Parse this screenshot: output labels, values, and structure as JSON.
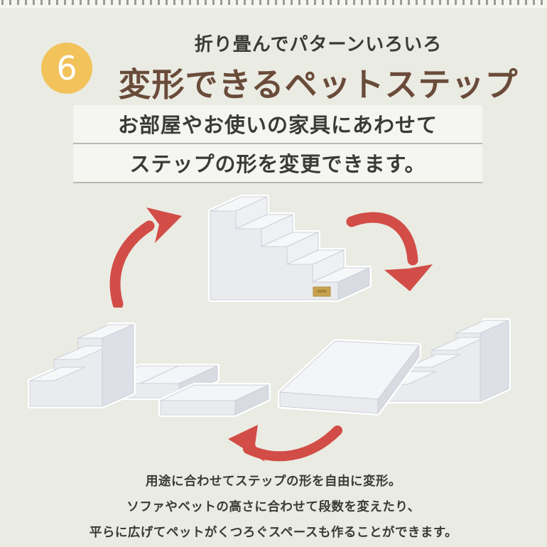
{
  "page": {
    "background_color": "#eaebe3",
    "accent_red": "#d24d47",
    "badge_color": "#f2c25b",
    "title_color": "#6a4b3a",
    "text_color": "#3b3a36"
  },
  "header": {
    "badge_number": "6",
    "kicker": "折り畳んでパターンいろいろ",
    "title": "変形できるペットステップ"
  },
  "subtitle": {
    "lines": [
      "お部屋やお使いの家具にあわせて",
      "ステップの形を変更できます。"
    ]
  },
  "diagram": {
    "icons": [
      {
        "name": "staircase-5-step-photo"
      },
      {
        "name": "staircase-3-step-with-flat-mats-photo"
      },
      {
        "name": "staircase-4-step-with-mat-photo"
      },
      {
        "name": "cycle-arrow-up-icon"
      },
      {
        "name": "cycle-arrow-down-icon"
      },
      {
        "name": "cycle-arrow-left-icon"
      }
    ]
  },
  "footer": {
    "lines": [
      "用途に合わせてステップの形を自由に変形。",
      "ソファやベットの高さに合わせて段数を変えたり、",
      "平らに広げてペットがくつろぐスペースも作ることができます。"
    ]
  }
}
